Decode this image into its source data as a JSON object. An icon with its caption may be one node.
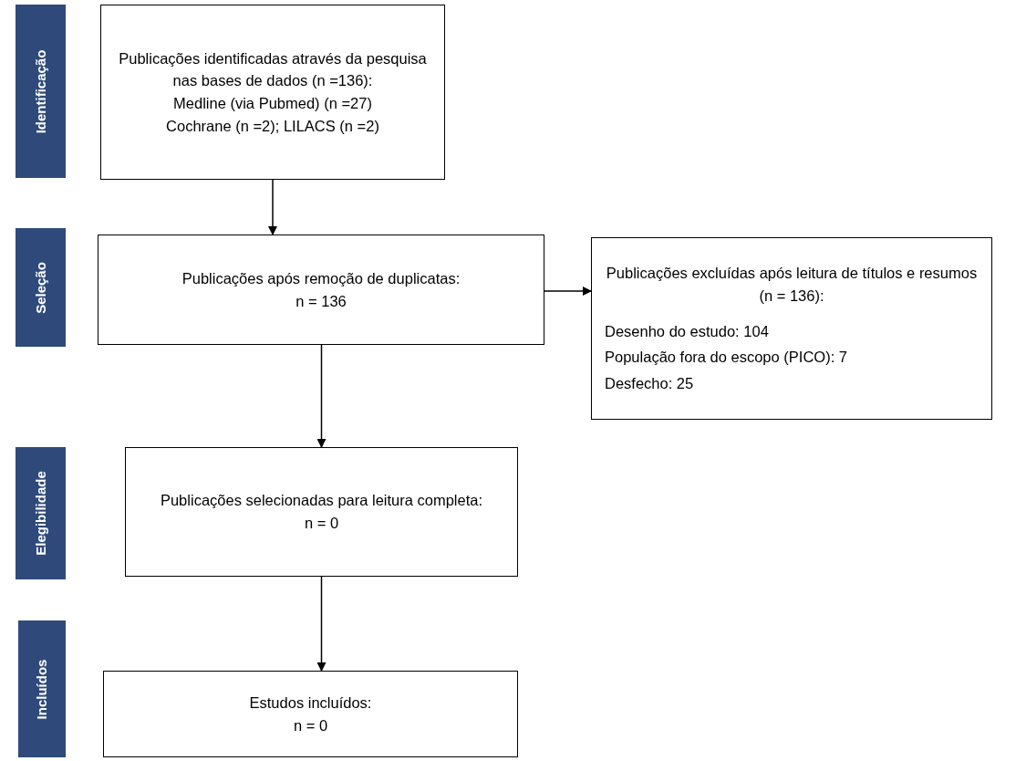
{
  "diagram": {
    "nodes": [
      {
        "text": [
          "Identificação"
        ]
      },
      {
        "text": [
          "Publicações identificadas através da pesquisa nas bases de dados (n =136):",
          "Medline (via Pubmed) (n =27)",
          "Cochrane (n =2); LILACS (n =2)"
        ]
      },
      {
        "text": [
          "Seleção"
        ]
      },
      {
        "text": [
          "Publicações após remoção de duplicatas:",
          "n = 136"
        ]
      },
      {
        "text": [
          "Publicações excluídas após leitura de títulos e resumos (n = 136):",
          "Desenho do estudo: 104",
          "População fora do escopo (PICO): 7",
          "Desfecho: 25"
        ]
      },
      {
        "text": [
          "Elegibilidade"
        ]
      },
      {
        "text": [
          "Publicações selecionadas para leitura completa:",
          "n = 0"
        ]
      },
      {
        "text": [
          "Incluídos"
        ]
      },
      {
        "text": [
          "Estudos incluídos:",
          "n = 0"
        ]
      }
    ],
    "edges": [
      {
        "from": 1,
        "to": 3,
        "arrow": "to"
      },
      {
        "from": 3,
        "to": 4,
        "arrow": "to"
      },
      {
        "from": 3,
        "to": 6,
        "arrow": "to"
      },
      {
        "from": 6,
        "to": 8,
        "arrow": "to"
      }
    ]
  }
}
